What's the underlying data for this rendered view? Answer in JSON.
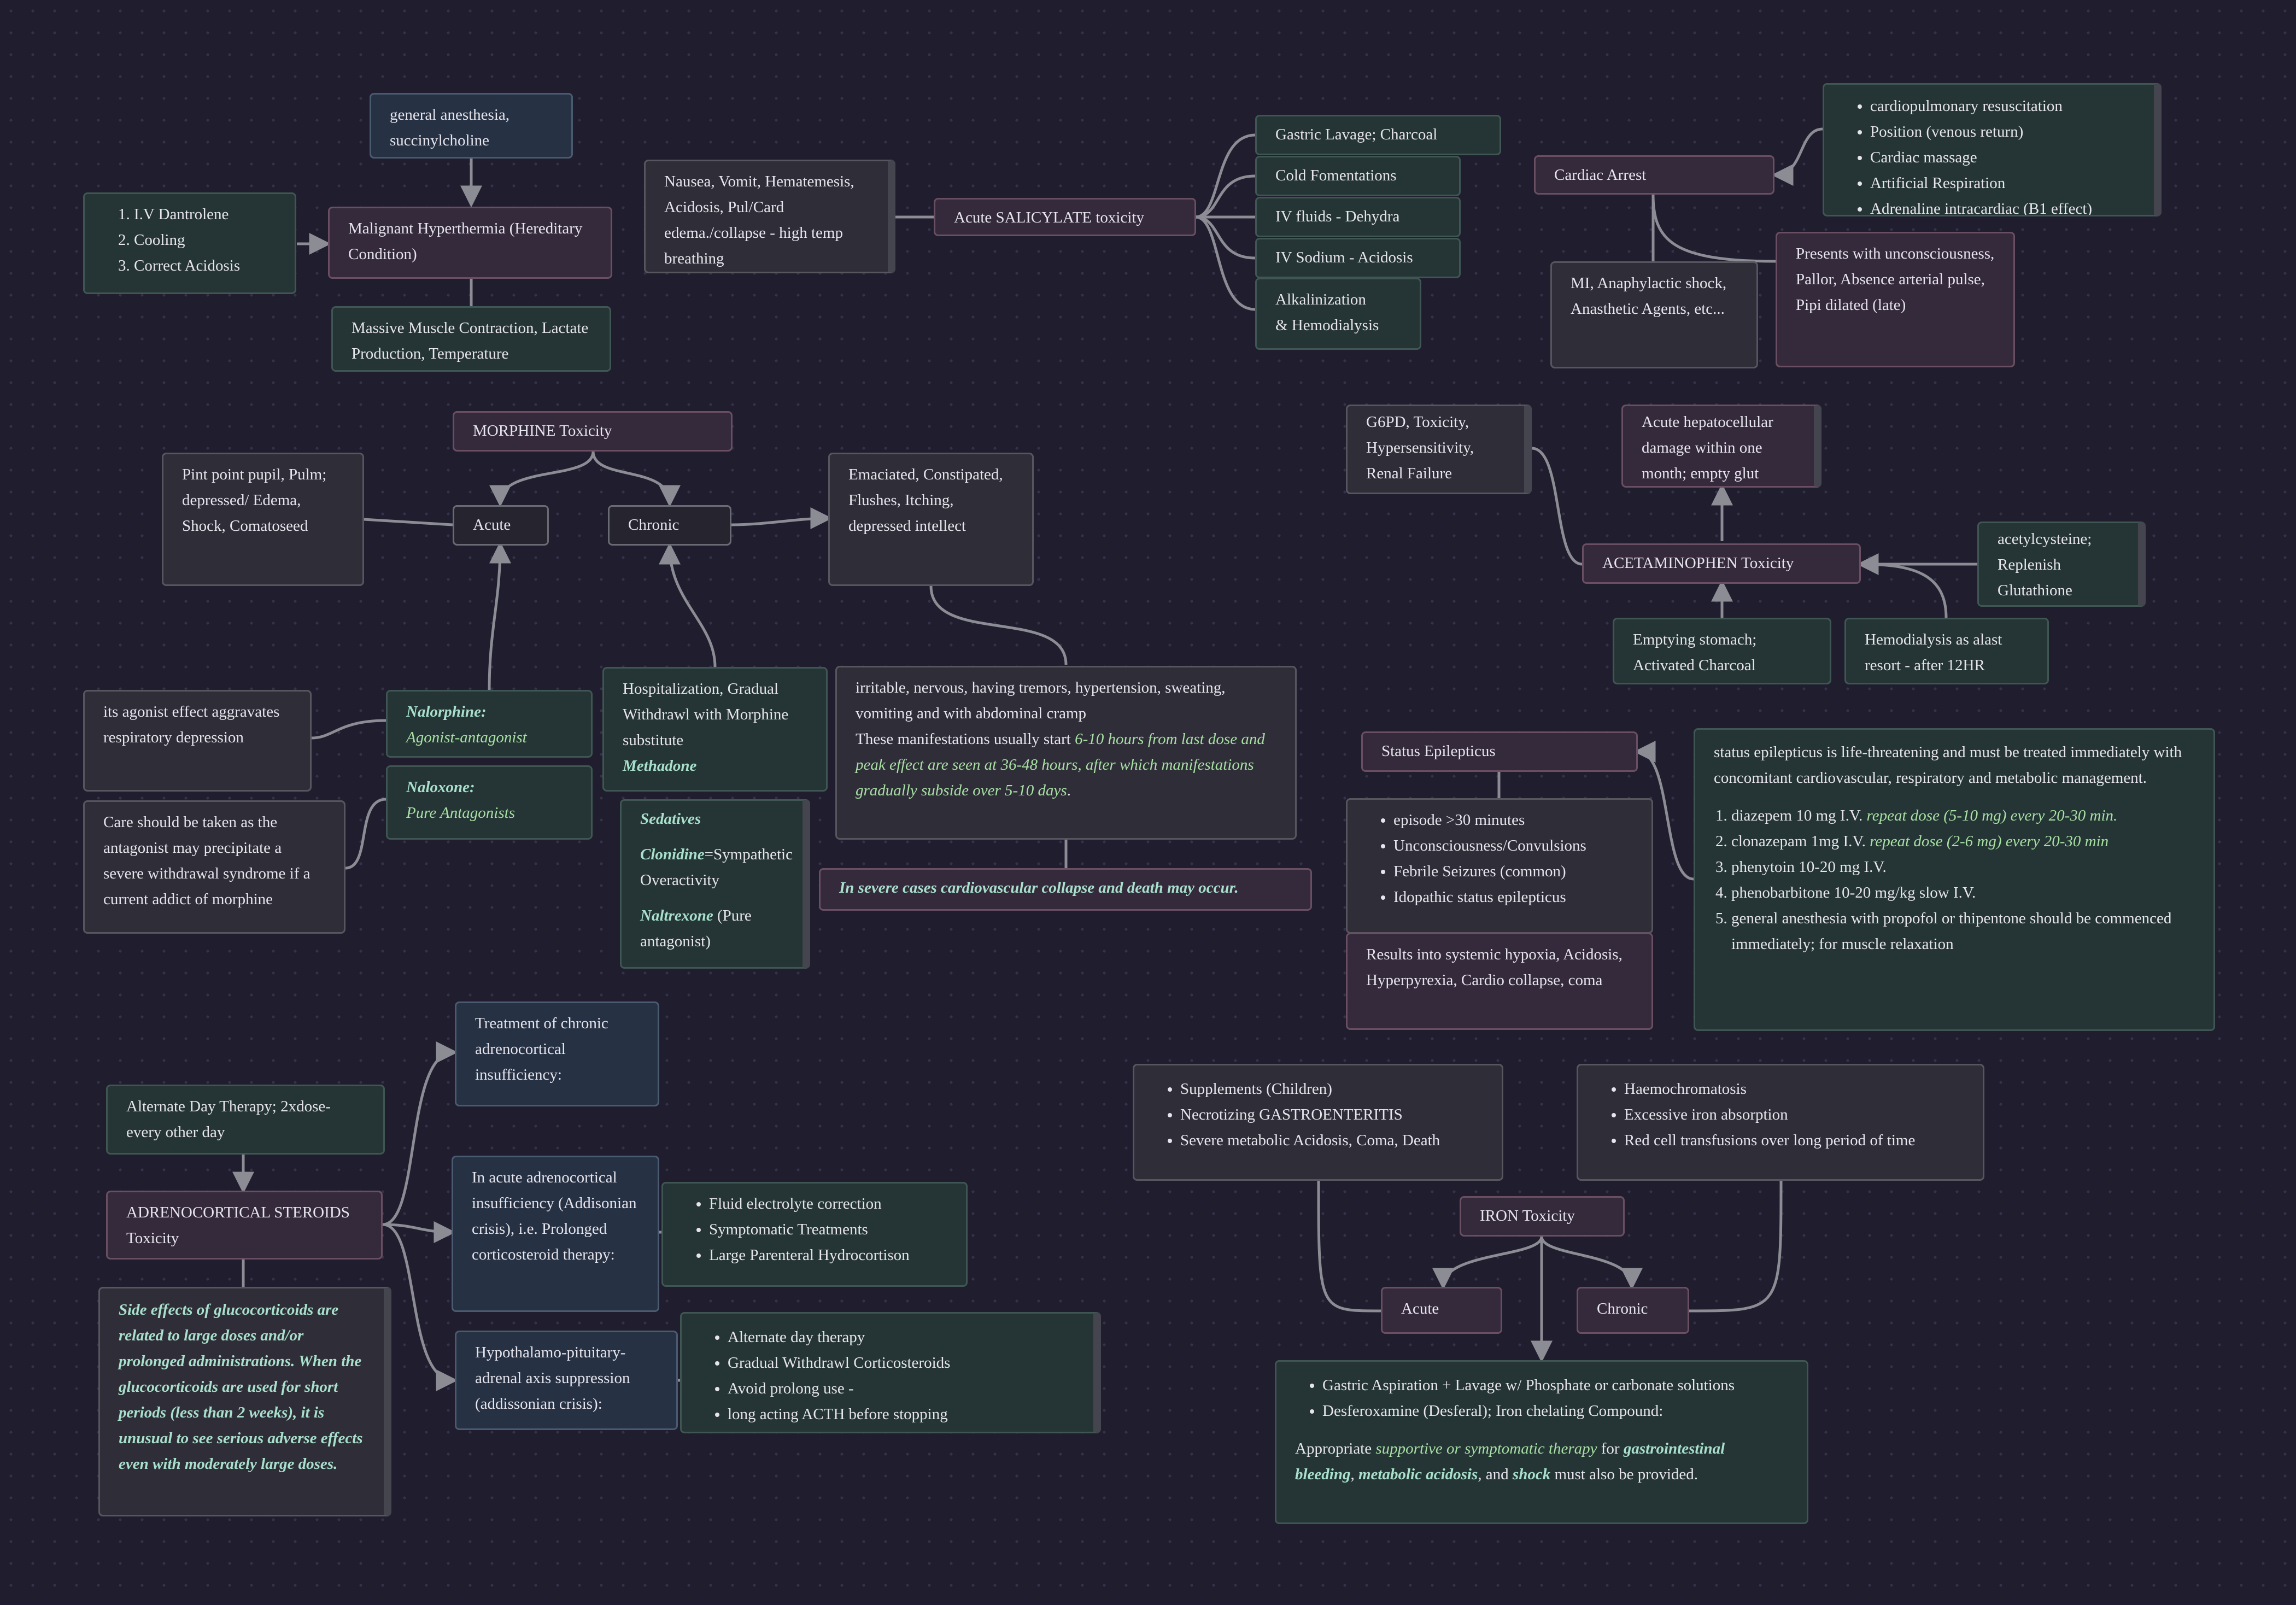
{
  "nodes": {
    "ga": "general anesthesia, succinylcholine",
    "mh": "Malignant Hyperthermia (Hereditary Condition)",
    "dantrolene": [
      "I.V Dantrolene",
      "Cooling",
      "Correct Acidosis"
    ],
    "massive": "Massive Muscle Contraction, Lactate Production, Temperature",
    "nausea": "Nausea, Vomit, Hematemesis, Acidosis, Pul/Card edema./collapse - high temp breathing",
    "salicylate": "Acute SALICYLATE toxicity",
    "gastric": "Gastric Lavage; Charcoal",
    "cold": "Cold Fomentations",
    "ivfluids": "IV fluids - Dehydra",
    "ivsodium": "IV Sodium - Acidosis",
    "alkal": [
      "Alkalinization",
      "& Hemodialysis"
    ],
    "cardiac": "Cardiac Arrest",
    "cpr": [
      "cardiopulmonary resuscitation",
      "Position (venous return)",
      "Cardiac massage",
      "Artificial Respiration",
      "Adrenaline intracardiac (B1 effect)"
    ],
    "mi": "MI, Anaphylactic shock, Anasthetic Agents, etc...",
    "presents": "Presents with unconsciousness, Pallor, Absence arterial pulse, Pipi dilated (late)",
    "morphine": "MORPHINE Toxicity",
    "pinpoint": "Pint point pupil, Pulm; depressed/ Edema, Shock, Comatoseed",
    "acute": "Acute",
    "chronic": "Chronic",
    "emaciated": "Emaciated, Constipated, Flushes, Itching, depressed intellect",
    "agonist": "its agonist effect aggravates respiratory depression",
    "care": "Care should be taken as the antagonist may precipitate a severe withdrawal syndrome if a current addict of morphine",
    "nalorphine": {
      "name": "Nalorphine:",
      "desc": "Agonist-antagonist"
    },
    "naloxone": {
      "name": "Naloxone:",
      "desc": "Pure Antagonists"
    },
    "hosp": {
      "text": "Hospitalization, Gradual Withdrawl with Morphine substitute",
      "drug": "Methadone"
    },
    "sedatives": {
      "title": "Sedatives",
      "clonidine": "Clonidine",
      "clonidine_desc": "=Sympathetic Overactivity",
      "naltrexone": "Naltrexone",
      "naltrexone_desc": " (Pure antagonist)"
    },
    "irritable": {
      "line1": "irritable, nervous, having tremors, hypertension, sweating, vomiting and with abdominal cramp",
      "pre": "These manifestations usually start ",
      "hl": "6-10 hours from last dose and peak effect are seen at 36-48 hours, after which manifestations gradually subside over 5-10 days",
      "post": "."
    },
    "severe": "In severe cases cardiovascular collapse and death may occur.",
    "g6pd": "G6PD, Toxicity, Hypersensitivity, Renal Failure",
    "hepato": "Acute hepatocellular damage within one month; empty glut",
    "acetaminophen": "ACETAMINOPHEN Toxicity",
    "acetylcysteine": "acetylcysteine; Replenish Glutathione",
    "emptying": "Emptying stomach; Activated Charcoal",
    "hemodialysis": "Hemodialysis as alast resort - after 12HR",
    "status": "Status Epilepticus",
    "episode": [
      "episode >30 minutes",
      "Unconsciousness/Convulsions",
      "Febrile Seizures (common)",
      "Idopathic status epilepticus"
    ],
    "results": "Results into systemic hypoxia, Acidosis, Hyperpyrexia, Cardio collapse, coma",
    "statusDesc": {
      "intro": "status epilepticus is life-threatening and must be treated immediately with concomitant cardiovascular, respiratory and metabolic management.",
      "items": [
        {
          "text": "diazepem 10 mg I.V. ",
          "hl": "repeat dose (5-10 mg) every 20-30 min."
        },
        {
          "text": "clonazepam 1mg I.V. ",
          "hl": "repeat dose (2-6 mg) every 20-30 min"
        },
        {
          "text": "phenytoin 10-20 mg I.V.",
          "hl": ""
        },
        {
          "text": "phenobarbitone 10-20 mg/kg slow I.V.",
          "hl": ""
        },
        {
          "text": "general anesthesia with propofol or thipentone should be commenced immediately; for muscle relaxation",
          "hl": ""
        }
      ]
    },
    "altday": "Alternate Day Therapy; 2xdose- every other day",
    "adreno": "ADRENOCORTICAL STEROIDS Toxicity",
    "side": "Side effects of glucocorticoids are related to large doses and/or prolonged administrations. When the glucocorticoids are used for short periods (less than 2 weeks), it is unusual to see serious adverse effects even with moderately large doses.",
    "treatChronic": "Treatment of chronic adrenocortical insufficiency:",
    "inAcute": "In acute adrenocortical insufficiency (Addisonian crisis), i.e. Prolonged corticosteroid therapy:",
    "fluid": [
      "Fluid electrolyte correction",
      "Symptomatic Treatments",
      "Large Parenteral Hydrocortison"
    ],
    "hypo": "Hypothalamo-pituitary-adrenal axis suppression (addissonian crisis):",
    "alternate": [
      "Alternate day therapy",
      "Gradual Withdrawl Corticosteroids",
      "Avoid prolong use -",
      "long acting ACTH before stopping"
    ],
    "supplements": [
      "Supplements (Children)",
      "Necrotizing GASTROENTERITIS",
      "Severe metabolic Acidosis, Coma, Death"
    ],
    "haemo": [
      "Haemochromatosis",
      "Excessive iron absorption",
      "Red cell transfusions over long period of time"
    ],
    "iron": "IRON Toxicity",
    "ironAcute": "Acute",
    "ironChronic": "Chronic",
    "ironTreat": {
      "items": [
        "Gastric Aspiration + Lavage w/ Phosphate or carbonate solutions",
        "Desferoxamine (Desferal); Iron chelating Compound:"
      ],
      "p1": "Appropriate ",
      "hl1": "supportive or symptomatic therapy",
      "p2": " for ",
      "b1": "gastrointestinal bleeding",
      "c1": ", ",
      "b2": "metabolic acidosis",
      "c2": ", and ",
      "b3": "shock",
      "p3": " must also be provided."
    }
  }
}
